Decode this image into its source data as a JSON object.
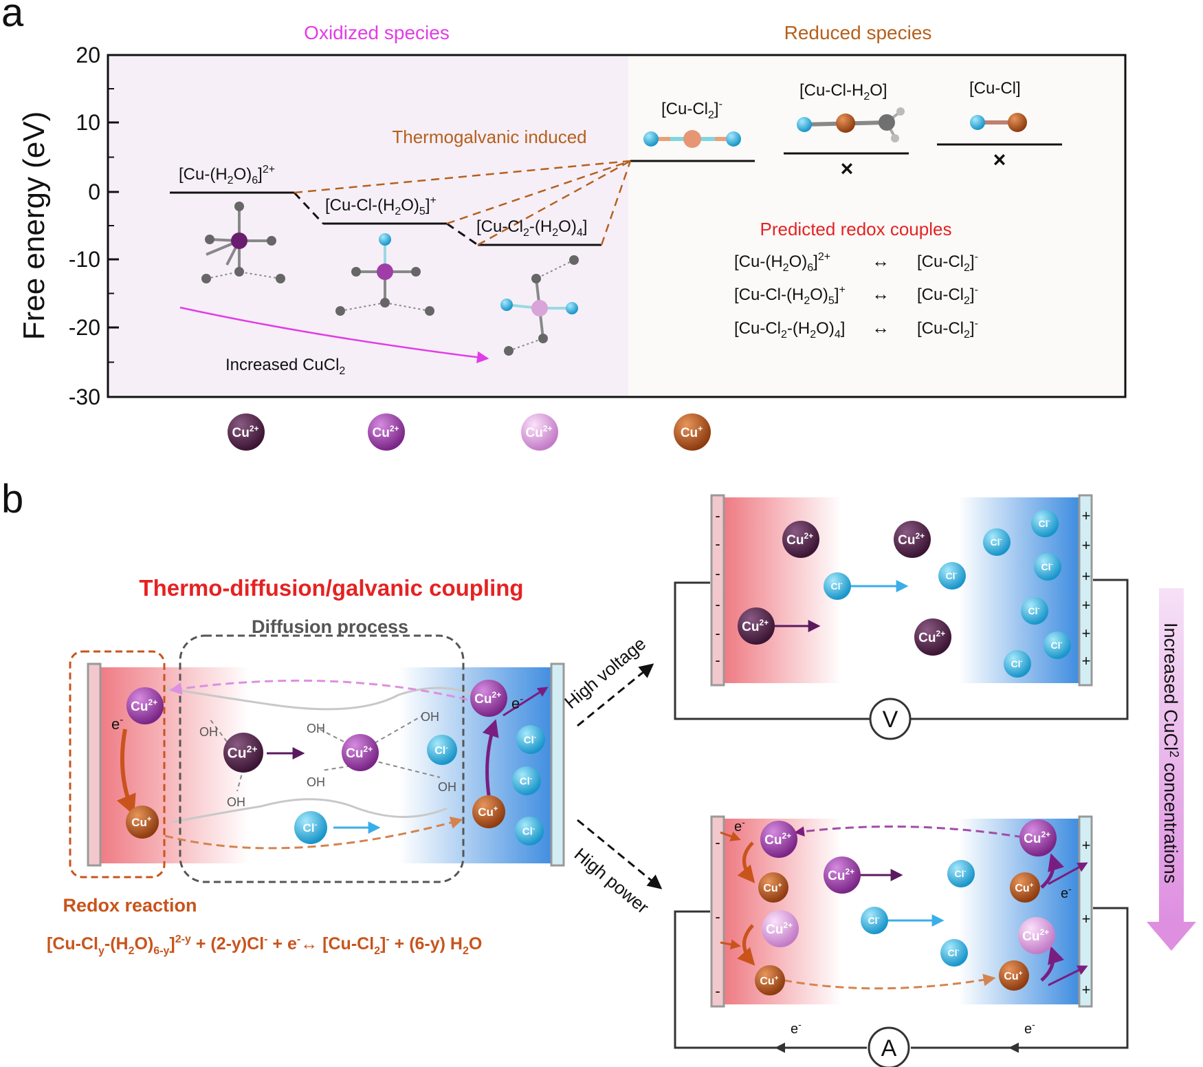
{
  "panel_a": {
    "label": "a",
    "header_oxidized": "Oxidized species",
    "header_reduced": "Reduced species",
    "y_axis_label": "Free energy (eV)",
    "y_ticks": [
      "20",
      "10",
      "0",
      "-10",
      "-20",
      "-30"
    ],
    "thermogalvanic_label": "Thermogalvanic induced",
    "species_ox": [
      {
        "main": "[Cu-(H",
        "s1": "2",
        "mid": "O)",
        "s2": "6",
        "end": "]",
        "sup": "2+"
      },
      {
        "main": "[Cu-Cl-(H",
        "s1": "2",
        "mid": "O)",
        "s2": "5",
        "end": "]",
        "sup": "+"
      },
      {
        "main": "[Cu-Cl",
        "s1": "2",
        "mid": "-(H",
        "s2": "2",
        "mid2": "O)",
        "s3": "4",
        "end": "]"
      }
    ],
    "species_red": [
      {
        "main": "[Cu-Cl",
        "s1": "2",
        "end": "]",
        "sup": "-"
      },
      {
        "main": "[Cu-Cl-H",
        "s1": "2",
        "end": "O]"
      },
      {
        "main": "[Cu-Cl]"
      }
    ],
    "cross_mark": "×",
    "increased_label": "Increased CuCl",
    "increased_sub": "2",
    "predicted_title": "Predicted redox couples",
    "arrow_symbol": "↔",
    "ions_row": [
      "Cu",
      "Cu",
      "Cu",
      "Cu"
    ],
    "ions_row_sup": [
      "2+",
      "2+",
      "2+",
      "+"
    ],
    "colors": {
      "magenta": "#e23ce6",
      "brown": "#b5601c",
      "red": "#e52222",
      "oxidized_bg": "#f6eff8",
      "reduced_bg": "#fbfaf8"
    }
  },
  "panel_b": {
    "label": "b",
    "title": "Thermo-diffusion/galvanic coupling",
    "diffusion_title": "Diffusion process",
    "redox_title": "Redox reaction",
    "equation": {
      "p1": "[Cu-Cl",
      "s1": "y",
      "p2": "-(H",
      "s2": "2",
      "p3": "O)",
      "s3": "6-y",
      "p4": "]",
      "sup1": "2-y",
      "p5": " + (2-y)Cl",
      "sup2": "-",
      "p6": " + e",
      "sup3": "-",
      "p7": "↔ [Cu-Cl",
      "s4": "2",
      "p8": "]",
      "sup4": "-",
      "p9": " + (6-y) H",
      "s5": "2",
      "p10": "O"
    },
    "oh": "OH",
    "cu": "Cu",
    "cu2": "2+",
    "cu1": "+",
    "cl": "Cl",
    "cl_sup": "-",
    "electron": "e",
    "electron_sup": "-",
    "high_voltage": "High voltage",
    "high_power": "High power",
    "voltmeter": "V",
    "ammeter": "A",
    "minus": "-",
    "plus": "+",
    "side_label_main": "Increased CuCl",
    "side_label_sub": "2",
    "side_label_end": " concentrations",
    "colors": {
      "red_side": "#ef7f86",
      "blue_side": "#4a90e0",
      "title_red": "#e52222",
      "redox_orange": "#c8541c",
      "cu2_dark": "#4e2346",
      "cu2_mid": "#9b3aa8",
      "cu2_light": "#d99ad8",
      "cu1": "#b5531e",
      "cl": "#2fb4e0"
    }
  }
}
